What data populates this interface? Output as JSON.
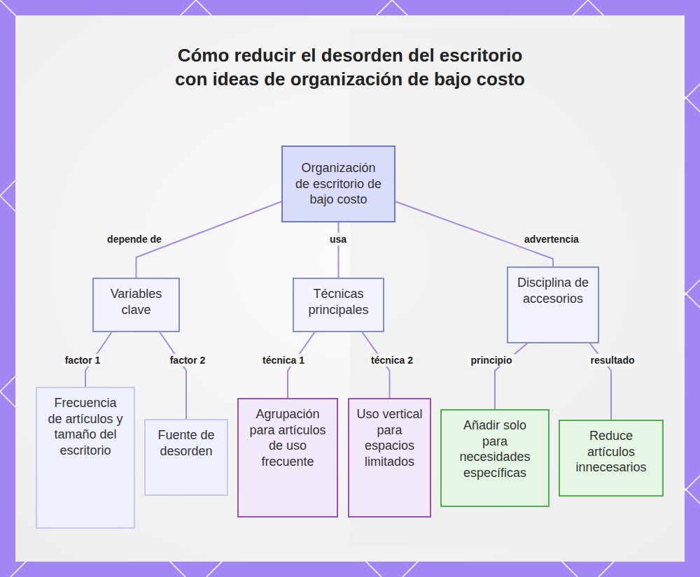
{
  "diagram": {
    "title": "Cómo reducir el desorden del escritorio con ideas de organización de bajo costo",
    "nodes": [
      {
        "text": [
          "Organización de escritorio de bajo costo"
        ]
      },
      {
        "text": [
          "Variables clave"
        ]
      },
      {
        "text": [
          "Técnicas principales"
        ]
      },
      {
        "text": [
          "Disciplina de accesorios"
        ]
      },
      {
        "text": [
          "Frecuencia de artículos y tamaño del escritorio"
        ]
      },
      {
        "text": [
          "Fuente de desorden"
        ]
      },
      {
        "text": [
          "Agrupación para artículos de uso frecuente"
        ]
      },
      {
        "text": [
          "Uso vertical para espacios limitados"
        ]
      },
      {
        "text": [
          "Añadir solo para necesidades específicas"
        ]
      },
      {
        "text": [
          "Reduce artículos innecesarios"
        ]
      }
    ],
    "edges": [
      {
        "from": 0,
        "to": 1,
        "label": "depende de",
        "arrow": "none"
      },
      {
        "from": 0,
        "to": 2,
        "label": "usa",
        "arrow": "none"
      },
      {
        "from": 0,
        "to": 3,
        "label": "advertencia",
        "arrow": "none"
      },
      {
        "from": 1,
        "to": 4,
        "label": "factor 1",
        "arrow": "none"
      },
      {
        "from": 1,
        "to": 5,
        "label": "factor 2",
        "arrow": "none"
      },
      {
        "from": 2,
        "to": 6,
        "label": "técnica 1",
        "arrow": "none"
      },
      {
        "from": 2,
        "to": 7,
        "label": "técnica 2",
        "arrow": "none"
      },
      {
        "from": 3,
        "to": 8,
        "label": "principio",
        "arrow": "none"
      },
      {
        "from": 3,
        "to": 9,
        "label": "resultado",
        "arrow": "none"
      }
    ]
  }
}
